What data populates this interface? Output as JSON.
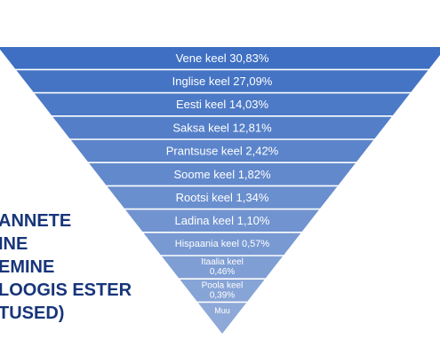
{
  "chart_data": {
    "type": "funnel",
    "categories": [
      "Vene keel",
      "Inglise keel",
      "Eesti keel",
      "Saksa keel",
      "Prantsuse keel",
      "Soome keel",
      "Rootsi keel",
      "Ladina keel",
      "Hispaania keel",
      "Itaalia keel",
      "Poola keel",
      "Muu"
    ],
    "values": [
      30.83,
      27.09,
      14.03,
      12.81,
      2.42,
      1.82,
      1.34,
      1.1,
      0.57,
      0.46,
      0.39,
      null
    ],
    "labels": [
      [
        "Vene keel 30,83%"
      ],
      [
        "Inglise keel 27,09%"
      ],
      [
        "Eesti keel 14,03%"
      ],
      [
        "Saksa keel 12,81%"
      ],
      [
        "Prantsuse keel 2,42%"
      ],
      [
        "Soome keel 1,82%"
      ],
      [
        "Rootsi keel 1,34%"
      ],
      [
        "Ladina keel 1,10%"
      ],
      [
        "Hispaania keel 0,57%"
      ],
      [
        "Itaalia keel",
        "0,46%"
      ],
      [
        "Poola keel",
        "0,39%"
      ],
      [
        "Muu"
      ]
    ],
    "colors": {
      "top": "#3e6fc2",
      "bottom": "#8ea9d8",
      "text": "#ffffff"
    }
  },
  "side_title": {
    "lines": [
      "ANNETE",
      "INE",
      "EMINE",
      "LOOGIS ESTER",
      "TUSED)"
    ],
    "color": "#17357a"
  }
}
